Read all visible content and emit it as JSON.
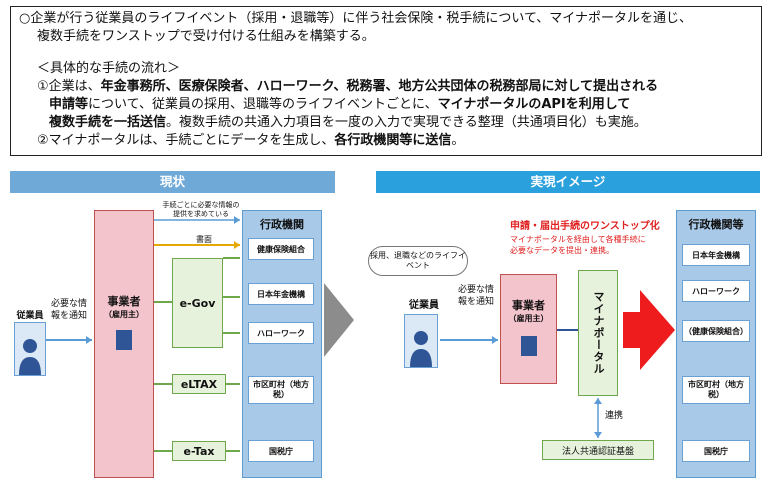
{
  "summary": {
    "line1": "○企業が行う従業員のライフイベント（採用・退職等）に伴う社会保険・税手続について、マイナポータルを通じ、",
    "line2": "複数手続をワンストップで受け付ける仕組みを構築する。",
    "flow_title": "＜具体的な手続の流れ＞",
    "p1a": "①企業は、",
    "p1b": "年金事務所、医療保険者、ハローワーク、税務署、地方公共団体の税務部局に対して提出される",
    "p1c": "申請等",
    "p1d": "について、従業員の採用、退職等のライフイベントごとに、",
    "p1e": "マイナポータルのAPIを利用して",
    "p1f": "複数手続を一括送信",
    "p1g": "。複数手続の共通入力項目を一度の入力で実現できる整理（共通項目化）も実施。",
    "p2a": "②マイナポータルは、手続ごとにデータを生成し、",
    "p2b": "各行政機関等に送信",
    "p2c": "。"
  },
  "current": {
    "header": "現状",
    "employee": "従業員",
    "needed_info": "必要な情報を通知",
    "employer": "事業者",
    "employer_sub": "（雇用主）",
    "note": "手続ごとに必要な情報の提供を求めている",
    "paper": "書面",
    "egov": "e-Gov",
    "eltax": "eLTAX",
    "etax": "e-Tax",
    "gov_title": "行政機関",
    "agencies": [
      "健康保険組合",
      "日本年金機構",
      "ハローワーク",
      "市区町村（地方税）",
      "国税庁"
    ]
  },
  "future": {
    "header": "実現イメージ",
    "bubble": "採用、退職などのライフイベント",
    "employee": "従業員",
    "needed_info": "必要な情報を通知",
    "employer": "事業者",
    "employer_sub": "（雇用主）",
    "portal": "マイナポータル",
    "onestop_title": "申請・届出手続のワンストップ化",
    "onestop_sub1": "マイナポータルを経由して各種手続に",
    "onestop_sub2": "必要なデータを提出・連携。",
    "link": "連携",
    "auth": "法人共通認証基盤",
    "gov_title": "行政機関等",
    "agencies": [
      "日本年金機構",
      "ハローワーク",
      "（健康保険組合）",
      "市区町村（地方税）",
      "国税庁"
    ]
  }
}
